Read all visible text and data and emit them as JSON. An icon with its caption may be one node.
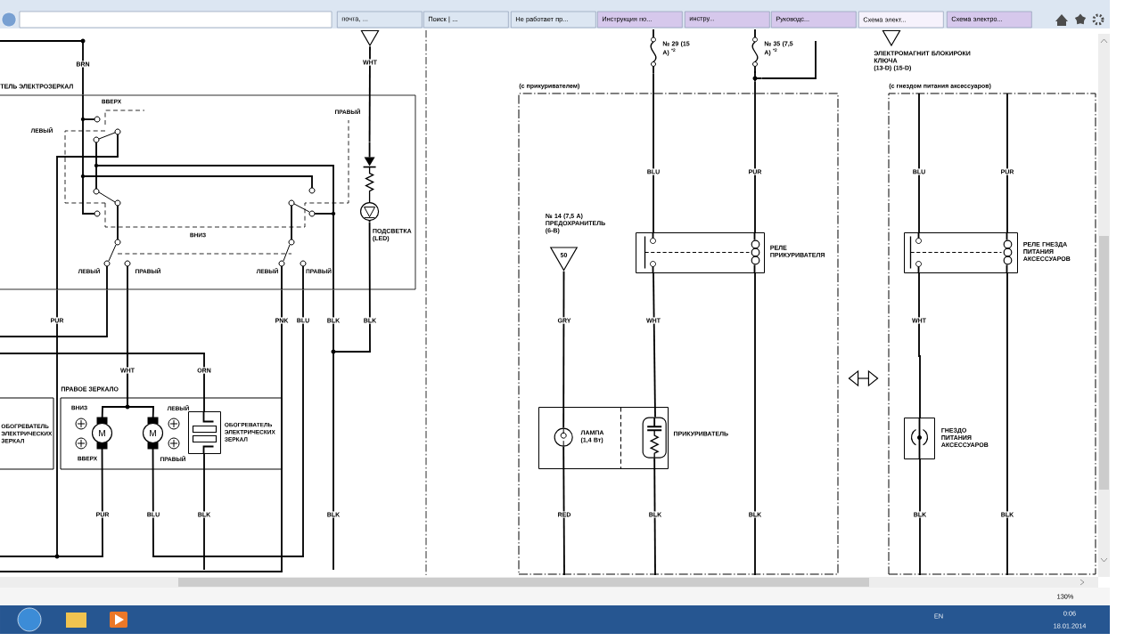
{
  "diagram": {
    "nodes": [
      {
        "text": [],
        "shape": "triangle"
      },
      {
        "text": [
          "№ 29 (15 А) $^{*2}$"
        ]
      },
      {
        "text": [
          "№ 35 (7,5 А) $^{*2}$"
        ]
      },
      {
        "text": [
          "ЭЛЕКТРОМАГНИТ БЛОКИРОКИ КЛЮЧА",
          "(13-D) (15-D)"
        ]
      },
      {
        "text": [
          "ТЕЛЬ ЭЛЕКТРОЗЕРКАЛ"
        ]
      },
      {
        "text": [
          "ПОДСВЕТКА (LED)"
        ],
        "in": 4
      },
      {
        "text": [
          "(с прикуривателем)"
        ]
      },
      {
        "text": [
          "50"
        ],
        "beside": [
          "№ 14 (7,5 А) ПРЕДОХРАНИТЕЛЬ (6-B)"
        ],
        "in": 6
      },
      {
        "text": [
          "РЕЛЕ ПРИКУРИВАТЕЛЯ"
        ],
        "in": 6
      },
      {
        "text": [
          "(с гнездом питания аксессуаров)"
        ]
      },
      {
        "text": [
          "РЕЛЕ ГНЕЗДА ПИТАНИЯ АКСЕССУАРОВ"
        ],
        "in": 9
      },
      {
        "text": [
          "ОБОГРЕВАТЕЛЬ ЭЛЕКТРИЧЕСКИХ ЗЕРКАЛ"
        ]
      },
      {
        "text": [
          "ПРАВОЕ ЗЕРКАЛО"
        ]
      },
      {
        "text": [
          "M"
        ],
        "in": 12
      },
      {
        "text": [
          "M"
        ],
        "in": 12
      },
      {
        "text": [
          "ОБОГРЕВАТЕЛЬ ЭЛЕКТРИЧЕСКИХ ЗЕРКАЛ"
        ],
        "in": 12
      },
      {
        "text": [],
        "shape": "box",
        "in": 6
      },
      {
        "text": [
          "ЛАМПА (1,4 Вт)"
        ],
        "in": 16
      },
      {
        "text": [
          "ПРИКУРИВАТЕЛЬ"
        ],
        "in": 16
      },
      {
        "text": [
          "ГНЕЗДО ПИТАНИЯ АКСЕССУАРОВ"
        ],
        "in": 9
      }
    ],
    "edges": [
      {
        "from": null,
        "to": 4,
        "arrow": "none",
        "label": "BRN"
      },
      {
        "from": 0,
        "to": 5,
        "arrow": "none",
        "label": "WHT"
      },
      {
        "from": 4,
        "to": null,
        "arrow": "none",
        "label": "PUR"
      },
      {
        "from": 4,
        "to": null,
        "arrow": "none"
      },
      {
        "from": 4,
        "to": 13,
        "arrow": "none",
        "label": "WHT"
      },
      {
        "from": 4,
        "to": 14,
        "arrow": "none"
      },
      {
        "from": null,
        "to": 15,
        "arrow": "none",
        "label": "ORN"
      },
      {
        "from": 4,
        "to": null,
        "arrow": "none",
        "label": "PNK"
      },
      {
        "from": 4,
        "to": 14,
        "arrow": "none",
        "label": "BLU"
      },
      {
        "from": 4,
        "to": null,
        "arrow": "none",
        "label": "BLK"
      },
      {
        "from": 5,
        "to": null,
        "arrow": "none",
        "label": "BLK"
      },
      {
        "from": 13,
        "to": null,
        "arrow": "none",
        "label": "PUR"
      },
      {
        "from": 15,
        "to": null,
        "arrow": "none",
        "label": "BLK"
      },
      {
        "from": 1,
        "to": 8,
        "arrow": "none",
        "label": "BLU"
      },
      {
        "from": 2,
        "to": 8,
        "arrow": "none",
        "label": "PUR"
      },
      {
        "from": 2,
        "to": null,
        "arrow": "none"
      },
      {
        "from": 8,
        "to": 18,
        "arrow": "none",
        "label": "WHT"
      },
      {
        "from": 7,
        "to": 17,
        "arrow": "none",
        "label": "GRY"
      },
      {
        "from": 17,
        "to": null,
        "arrow": "none",
        "label": "RED"
      },
      {
        "from": 18,
        "to": null,
        "arrow": "none",
        "label": "BLK"
      },
      {
        "from": 8,
        "to": null,
        "arrow": "none",
        "label": "BLK"
      },
      {
        "from": null,
        "to": 10,
        "arrow": "none",
        "label": "BLU"
      },
      {
        "from": null,
        "to": 10,
        "arrow": "none",
        "label": "PUR"
      },
      {
        "from": 10,
        "to": 19,
        "arrow": "none",
        "label": "WHT"
      },
      {
        "from": 19,
        "to": null,
        "arrow": "none",
        "label": "BLK"
      },
      {
        "from": 10,
        "to": null,
        "arrow": "none",
        "label": "BLK"
      },
      {
        "from": 6,
        "to": 9,
        "arrow": "both"
      }
    ],
    "labels": [
      "ВВЕРХ",
      "ЛЕВЫЙ",
      "ПРАВЫЙ",
      "ВНИЗ",
      "ЛЕВЫЙ",
      "ПРАВЫЙ",
      "ЛЕВЫЙ",
      "ПРАВЫЙ",
      "ВНИЗ",
      "ЛЕВЫЙ",
      "ВВЕРХ",
      "ПРАВЫЙ",
      "BLU",
      "BLK",
      "почта, ...",
      "Поиск | ...",
      "Не работает пр...",
      "Инструкция по...",
      "инстру...",
      "Руководс...",
      "Схема элект...",
      "Схема электро...",
      "130%",
      "EN",
      "0:06",
      "18.01.2014"
    ]
  }
}
